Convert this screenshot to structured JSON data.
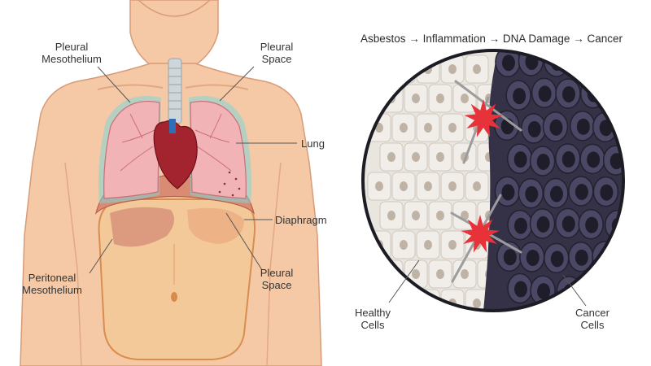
{
  "anatomy": {
    "pleural_mesothelium": [
      "Pleural",
      "Mesothelium"
    ],
    "pleural_space_top": [
      "Pleural",
      "Space"
    ],
    "lung": "Lung",
    "diaphragm": "Diaphragm",
    "peritoneal_mesothelium": [
      "Peritoneal",
      "Mesothelium"
    ],
    "pleural_space_bottom": [
      "Pleural",
      "Space"
    ]
  },
  "pathway": {
    "steps": [
      "Asbestos",
      "Inflammation",
      "DNA Damage",
      "Cancer"
    ],
    "arrow": "→"
  },
  "cells": {
    "healthy": [
      "Healthy",
      "Cells"
    ],
    "cancer": [
      "Cancer",
      "Cells"
    ]
  },
  "colors": {
    "skin": "#f5c9a6",
    "skin_shadow": "#e8ad86",
    "lung": "#f2b3b6",
    "pleura": "#7fd6d6",
    "heart": "#a3242e",
    "diaphragm": "#d98b74",
    "abdomen": "#f4c99a",
    "healthy_cell": "#f1eee9",
    "cancer_cell": "#4b4866",
    "burst": "#e8323a"
  }
}
